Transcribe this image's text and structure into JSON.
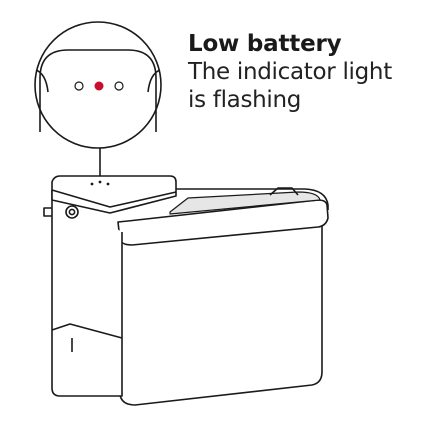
{
  "callout": {
    "title": "Low battery",
    "description_line_1": "The indicator light",
    "description_line_2": "is flashing"
  },
  "indicator": {
    "active_color": "#c8102e",
    "inactive_color": "#ffffff",
    "outline_color": "#1a1a1a",
    "lights": [
      "off",
      "on",
      "off"
    ]
  },
  "colors": {
    "line": "#1a1a1a",
    "background": "#ffffff",
    "water": "#e6e6e6"
  },
  "icons": {
    "device": "water-fountain-illustration",
    "magnifier": "zoom-circle"
  }
}
